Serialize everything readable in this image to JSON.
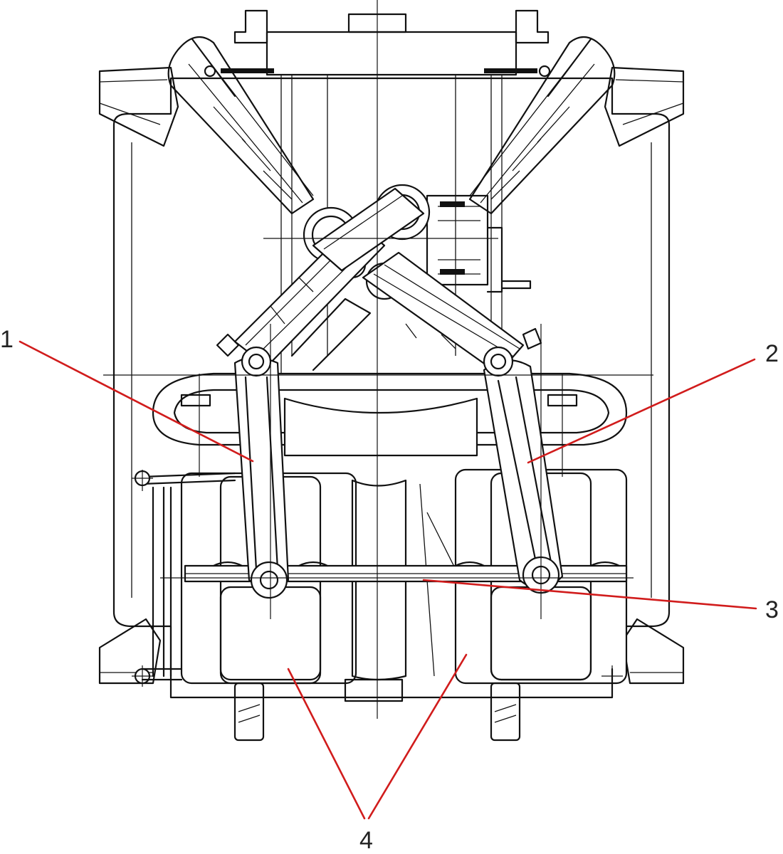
{
  "diagram": {
    "callouts": [
      {
        "id": "1",
        "label": "1"
      },
      {
        "id": "2",
        "label": "2"
      },
      {
        "id": "3",
        "label": "3"
      },
      {
        "id": "4",
        "label": "4"
      }
    ],
    "leader_color": "#d11c1c",
    "line_color": "#111111"
  }
}
